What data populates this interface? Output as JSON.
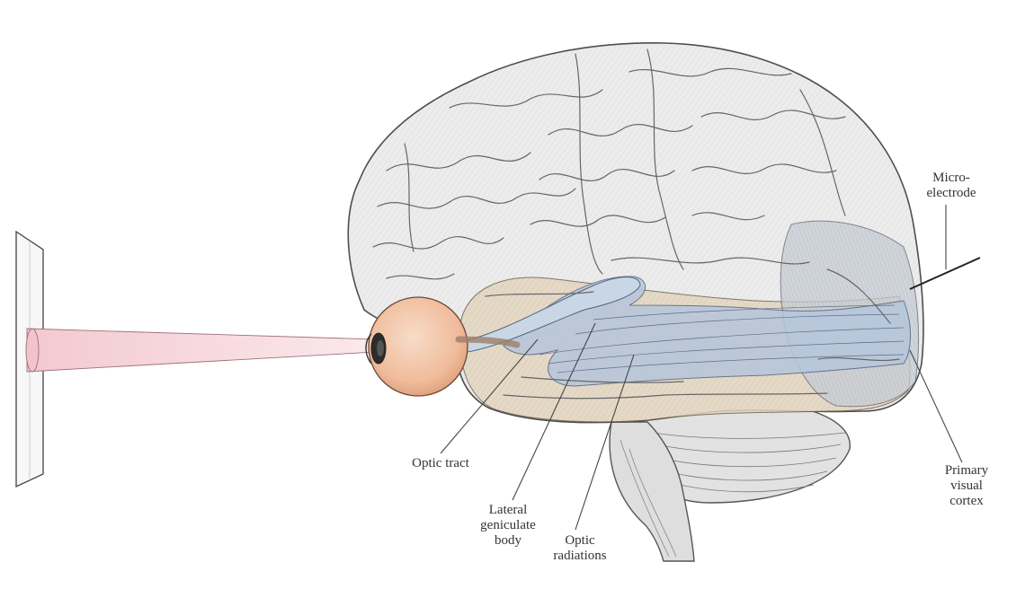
{
  "labels": {
    "microelectrode": "Micro-\nelectrode",
    "optic_tract": "Optic tract",
    "lateral_geniculate_body": "Lateral\ngeniculate\nbody",
    "optic_radiations": "Optic\nradiations",
    "primary_visual_cortex": "Primary\nvisual\ncortex"
  },
  "colors": {
    "brain_fill": "#ececec",
    "brain_outline": "#5a5a5a",
    "gyri_line": "#6f6f6f",
    "temporal_tint": "#e6d8c3",
    "optic_radiation_blue": "#b9c9de",
    "occipital_tint": "#c9cfd6",
    "eye_fill": "#f2c8ae",
    "eye_shade": "#e6a884",
    "light_cone": "#f6d7dd",
    "label_text": "#333333",
    "leader_line": "#444444"
  },
  "icons": {
    "brain": "brain-illustration",
    "eye": "eye-illustration",
    "screen": "stimulus-screen",
    "electrode": "microelectrode-needle"
  }
}
